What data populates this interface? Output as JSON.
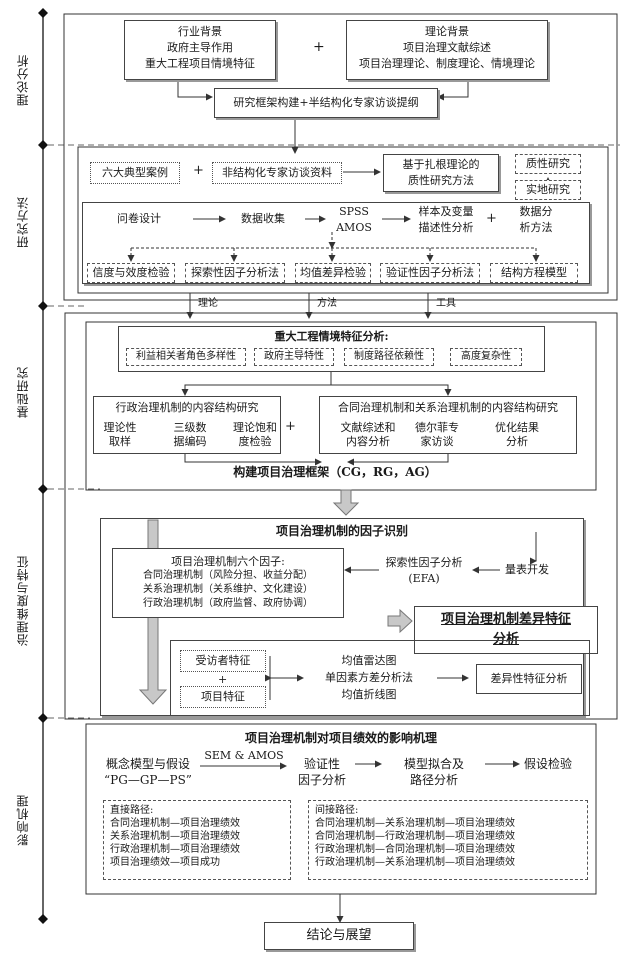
{
  "side_labels": {
    "theory": "理论分析",
    "method": "研究方法",
    "basic": "基础研究",
    "dimension": "治理维度与特征",
    "mechanism": "影响机理"
  },
  "theory": {
    "industry_title": "行业背景",
    "industry_l1": "政府主导作用",
    "industry_l2": "重大工程项目情境特征",
    "plus": "+",
    "theory_title": "理论背景",
    "theory_l1": "项目治理文献综述",
    "theory_l2": "项目治理理论、制度理论、情境理论",
    "framework": "研究框架构建+半结构化专家访谈提纲"
  },
  "method": {
    "cases": "六大典型案例",
    "plus": "+",
    "unstructured": "非结构化专家访谈资料",
    "grounded_l1": "基于扎根理论的",
    "grounded_l2": "质性研究方法",
    "qualitative": "质性研究",
    "field": "实地研究",
    "questionnaire": "问卷设计",
    "collection": "数据收集",
    "spss": "SPSS",
    "amos": "AMOS",
    "desc_l1": "样本及变量",
    "desc_l2": "描述性分析",
    "plus2": "+",
    "analysis_l1": "数据分",
    "analysis_l2": "析方法",
    "tools": [
      "信度与效度检验",
      "探索性因子分析法",
      "均值差异检验",
      "验证性因子分析法",
      "结构方程模型"
    ]
  },
  "flow_labels": {
    "theory": "理论",
    "method": "方法",
    "tool": "工具"
  },
  "basic": {
    "context_title": "重大工程情境特征分析:",
    "features": [
      "利益相关者角色多样性",
      "政府主导特性",
      "制度路径依赖性",
      "高度复杂性"
    ],
    "admin_title": "行政治理机制的内容结构研究",
    "admin_s1_l1": "理论性",
    "admin_s1_l2": "取样",
    "admin_s2_l1": "三级数",
    "admin_s2_l2": "据编码",
    "admin_s3_l1": "理论饱和",
    "admin_s3_l2": "度检验",
    "plus": "+",
    "contract_title": "合同治理机制和关系治理机制的内容结构研究",
    "contract_s1_l1": "文献综述和",
    "contract_s1_l2": "内容分析",
    "contract_s2_l1": "德尔菲专",
    "contract_s2_l2": "家访谈",
    "contract_s3_l1": "优化结果",
    "contract_s3_l2": "分析",
    "framework": "构建项目治理框架（CG，RG，AG）"
  },
  "dimension": {
    "factor_title": "项目治理机制的因子识别",
    "six_title": "项目治理机制六个因子:",
    "six_l1": "合同治理机制（风险分担、收益分配）",
    "six_l2": "关系治理机制（关系维护、文化建设）",
    "six_l3": "行政治理机制（政府监督、政府协调）",
    "efa_l1": "探索性因子分析",
    "efa_l2": "(EFA)",
    "scale": "量表开发",
    "diff_title_l1": "项目治理机制差异特征",
    "diff_title_l2": "分析",
    "interviewee": "受访者特征",
    "plus": "+",
    "project": "项目特征",
    "m1": "均值雷达图",
    "m2": "单因素方差分析法",
    "m3": "均值折线图",
    "diff_analysis": "差异性特征分析"
  },
  "mechanism": {
    "title": "项目治理机制对项目绩效的影响机理",
    "model_l1": "概念模型与假设",
    "model_l2": "“PG—GP—PS”",
    "sem": "SEM & AMOS",
    "cfa_l1": "验证性",
    "cfa_l2": "因子分析",
    "fit_l1": "模型拟合及",
    "fit_l2": "路径分析",
    "hyp": "假设检验",
    "direct_title": "直接路径:",
    "direct": [
      "合同治理机制—项目治理绩效",
      "关系治理机制—项目治理绩效",
      "行政治理机制—项目治理绩效",
      "项目治理绩效—项目成功"
    ],
    "indirect_title": "间接路径:",
    "indirect": [
      "合同治理机制—关系治理机制—项目治理绩效",
      "合同治理机制—行政治理机制—项目治理绩效",
      "行政治理机制—合同治理机制—项目治理绩效",
      "行政治理机制—关系治理机制—项目治理绩效"
    ]
  },
  "conclusion": "结论与展望"
}
